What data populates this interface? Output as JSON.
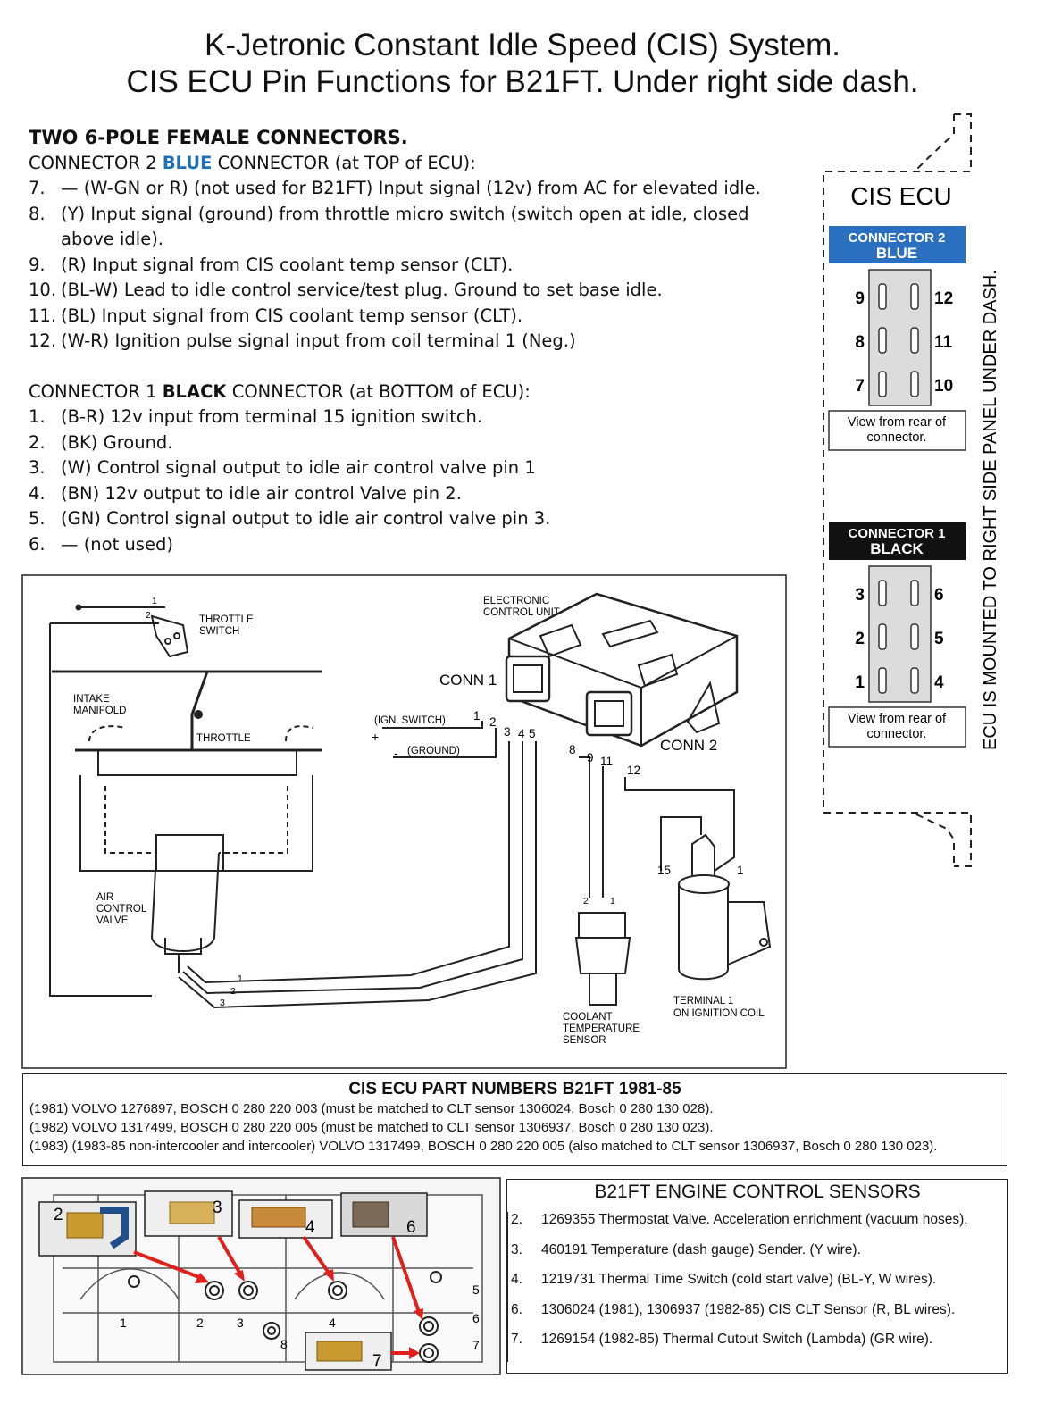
{
  "title": {
    "line1": "K-Jetronic Constant Idle Speed (CIS) System.",
    "line2": "CIS ECU Pin Functions for B21FT. Under right side dash."
  },
  "connectors_text": {
    "heading": "TWO 6-POLE FEMALE CONNECTORS.",
    "conn2": {
      "pre": "CONNECTOR 2 ",
      "color_word": "BLUE",
      "post": " CONNECTOR (at TOP of ECU):",
      "items": [
        {
          "num": "7.",
          "text": "— (W-GN or R) (not used for B21FT) Input signal (12v) from AC for elevated idle."
        },
        {
          "num": "8.",
          "text": "(Y) Input signal (ground) from throttle micro switch (switch open at idle, closed above idle)."
        },
        {
          "num": "9.",
          "text": "(R) Input signal from CIS coolant temp sensor (CLT)."
        },
        {
          "num": "10.",
          "text": "(BL-W) Lead to idle control service/test plug. Ground to set base idle."
        },
        {
          "num": "11.",
          "text": "(BL) Input signal from CIS coolant temp sensor (CLT)."
        },
        {
          "num": "12.",
          "text": "(W-R) Ignition pulse signal input from coil terminal 1 (Neg.)"
        }
      ]
    },
    "conn1": {
      "pre": "CONNECTOR 1 ",
      "color_word": "BLACK",
      "post": " CONNECTOR (at BOTTOM of ECU):",
      "items": [
        {
          "num": "1.",
          "text": "(B-R) 12v input from terminal 15 ignition switch."
        },
        {
          "num": "2.",
          "text": "(BK) Ground."
        },
        {
          "num": "3.",
          "text": "(W) Control signal output to idle air control valve pin 1"
        },
        {
          "num": "4.",
          "text": "(BN) 12v output to idle air control Valve pin 2."
        },
        {
          "num": "5.",
          "text": "(GN) Control signal output to idle air control valve pin 3."
        },
        {
          "num": "6.",
          "text": "— (not used)"
        }
      ]
    }
  },
  "ecu_panel": {
    "title": "CIS ECU",
    "side_label": "ECU IS MOUNTED TO RIGHT SIDE PANEL UNDER DASH.",
    "conn2_label": [
      "CONNECTOR 2",
      "BLUE"
    ],
    "conn2_pins": {
      "left": [
        "9",
        "8",
        "7"
      ],
      "right": [
        "12",
        "11",
        "10"
      ]
    },
    "conn1_label": [
      "CONNECTOR 1",
      "BLACK"
    ],
    "conn1_pins": {
      "left": [
        "3",
        "2",
        "1"
      ],
      "right": [
        "6",
        "5",
        "4"
      ]
    },
    "view_note": [
      "View from rear of",
      "connector."
    ],
    "colors": {
      "blue": "#2a6fc0",
      "black": "#111111"
    }
  },
  "wiring_diagram": {
    "throttle_switch": [
      "THROTTLE",
      "SWITCH"
    ],
    "intake_manifold": [
      "INTAKE",
      "MANIFOLD"
    ],
    "throttle": "THROTTLE",
    "air_control_valve": [
      "AIR",
      "CONTROL",
      "VALVE"
    ],
    "ecu": [
      "ELECTRONIC",
      "CONTROL UNIT"
    ],
    "conn1": "CONN 1",
    "conn2": "CONN 2",
    "ign_switch": "(IGN. SWITCH)",
    "ground": "(GROUND)",
    "plus": "+",
    "minus": "-",
    "coolant_sensor": [
      "COOLANT",
      "TEMPERATURE",
      "SENSOR"
    ],
    "ignition_coil": [
      "TERMINAL 1",
      "ON IGNITION COIL"
    ],
    "coil_pins": [
      "15",
      "1"
    ],
    "pin_labels": [
      "1",
      "2",
      "3",
      "4",
      "5",
      "8",
      "9",
      "11",
      "12"
    ],
    "switch_pins": [
      "1",
      "2"
    ],
    "valve_pins": [
      "1",
      "2",
      "3"
    ],
    "sensor_pins": [
      "2",
      "1"
    ]
  },
  "part_numbers": {
    "heading": "CIS ECU PART NUMBERS B21FT 1981-85",
    "lines": [
      "(1981) VOLVO 1276897, BOSCH 0 280 220 003  (must be matched to CLT sensor 1306024, Bosch 0 280 130 028).",
      "(1982) VOLVO 1317499, BOSCH 0 280 220 005  (must be matched to CLT sensor 1306937, Bosch 0 280 130 023).",
      "(1983) (1983-85 non-intercooler and intercooler) VOLVO 1317499, BOSCH 0 280 220 005 (also matched to CLT sensor 1306937, Bosch 0 280 130 023)."
    ]
  },
  "engine_sensors": {
    "heading": "B21FT ENGINE CONTROL SENSORS",
    "rows": [
      {
        "num": "2.",
        "text": "1269355 Thermostat Valve. Acceleration enrichment (vacuum hoses)."
      },
      {
        "num": "3.",
        "text": "460191 Temperature (dash gauge) Sender. (Y wire)."
      },
      {
        "num": "4.",
        "text": "1219731 Thermal Time Switch (cold start valve) (BL-Y, W wires)."
      },
      {
        "num": "6.",
        "text": "1306024 (1981), 1306937 (1982-85) CIS CLT Sensor (R, BL wires)."
      },
      {
        "num": "7.",
        "text": "1269154 (1982-85) Thermal Cutout Switch (Lambda) (GR wire)."
      }
    ]
  },
  "engine_photo": {
    "photo_labels": [
      "2",
      "3",
      "4",
      "6",
      "7"
    ],
    "port_labels": [
      "1",
      "2",
      "3",
      "4",
      "5",
      "6",
      "7",
      "8"
    ],
    "arrow_color": "#e0201c"
  }
}
